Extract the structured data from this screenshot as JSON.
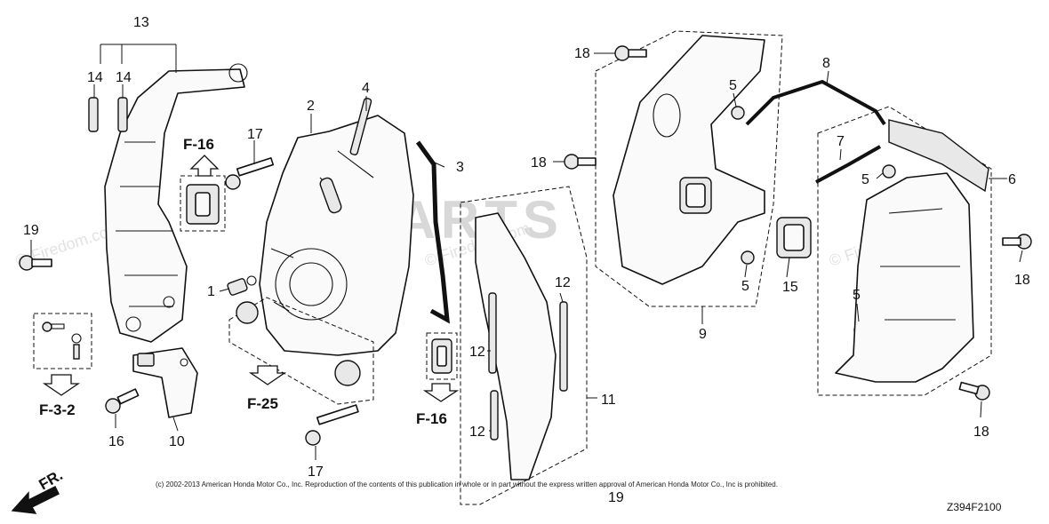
{
  "diagram": {
    "part_numbers": {
      "p1": "1",
      "p2": "2",
      "p3": "3",
      "p4": "4",
      "p5a": "5",
      "p5b": "5",
      "p5c": "5",
      "p5d": "5",
      "p6": "6",
      "p7": "7",
      "p8": "8",
      "p9": "9",
      "p10": "10",
      "p11": "11",
      "p12a": "12",
      "p12b": "12",
      "p12c": "12",
      "p13": "13",
      "p14a": "14",
      "p14b": "14",
      "p15": "15",
      "p16": "16",
      "p17a": "17",
      "p17b": "17",
      "p18a": "18",
      "p18b": "18",
      "p18c": "18",
      "p18d": "18",
      "p19": "19",
      "p19b": "19"
    },
    "references": {
      "f16a": "F-16",
      "f16b": "F-16",
      "f25": "F-25",
      "f32": "F-3-2"
    },
    "front_arrow_label": "FR.",
    "copyright": "(c) 2002-2013 American Honda Motor Co., Inc. Reproduction of the contents of this publication in whole or in part without the express written approval of American Honda Motor Co., Inc is prohibited.",
    "diagram_code": "Z394F2100",
    "watermark": "PARTS",
    "site_watermark": "© Firedom.com"
  }
}
